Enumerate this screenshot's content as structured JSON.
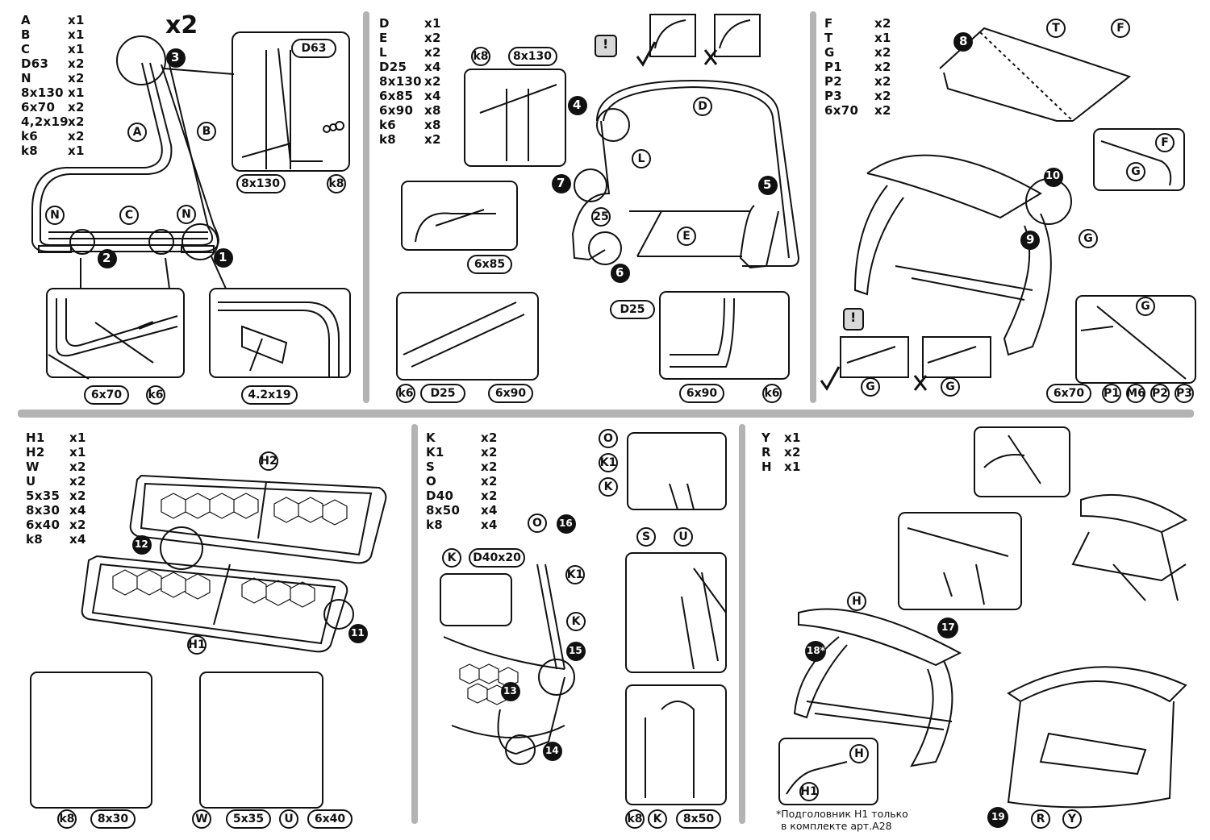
{
  "panels": {
    "p1": {
      "multiplier": "x2",
      "parts": [
        {
          "code": "A",
          "qty": "x1"
        },
        {
          "code": "B",
          "qty": "x1"
        },
        {
          "code": "C",
          "qty": "x1"
        },
        {
          "code": "D63",
          "qty": "x2"
        },
        {
          "code": "N",
          "qty": "x2"
        },
        {
          "code": "8x130",
          "qty": "x1"
        },
        {
          "code": "6x70",
          "qty": "x2"
        },
        {
          "code": "4,2x19",
          "qty": "x2"
        },
        {
          "code": "k6",
          "qty": "x2"
        },
        {
          "code": "k8",
          "qty": "x1"
        }
      ],
      "labels": {
        "A": "A",
        "B": "B",
        "C": "C",
        "N1": "N",
        "N2": "N",
        "D63": "D63",
        "bolt8x130": "8x130",
        "k8": "k8",
        "bolt6x70": "6x70",
        "k6": "k6",
        "screw": "4.2x19"
      },
      "steps": [
        "1",
        "2",
        "3"
      ]
    },
    "p2": {
      "parts": [
        {
          "code": "D",
          "qty": "x1"
        },
        {
          "code": "E",
          "qty": "x2"
        },
        {
          "code": "L",
          "qty": "x2"
        },
        {
          "code": "D25",
          "qty": "x4"
        },
        {
          "code": "8x130",
          "qty": "x2"
        },
        {
          "code": "6x85",
          "qty": "x4"
        },
        {
          "code": "6x90",
          "qty": "x8"
        },
        {
          "code": "k6",
          "qty": "x8"
        },
        {
          "code": "k8",
          "qty": "x2"
        }
      ],
      "labels": {
        "k8": "k8",
        "bolt8x130": "8x130",
        "D": "D",
        "L": "L",
        "num25": "25",
        "E": "E",
        "bolt6x85": "6x85",
        "D25a": "D25",
        "k6a": "k6",
        "D25b": "D25",
        "bolt6x90a": "6x90",
        "bolt6x90b": "6x90",
        "k6b": "k6",
        "warn": "!"
      },
      "steps": [
        "4",
        "5",
        "6",
        "7"
      ]
    },
    "p3": {
      "parts": [
        {
          "code": "F",
          "qty": "x2"
        },
        {
          "code": "T",
          "qty": "x1"
        },
        {
          "code": "G",
          "qty": "x2"
        },
        {
          "code": "P1",
          "qty": "x2"
        },
        {
          "code": "P2",
          "qty": "x2"
        },
        {
          "code": "P3",
          "qty": "x2"
        },
        {
          "code": "6x70",
          "qty": "x2"
        }
      ],
      "labels": {
        "T": "T",
        "F1": "F",
        "F2": "F",
        "G1": "G",
        "G2": "G",
        "G3": "G",
        "G4": "G",
        "G5": "G",
        "bolt6x70": "6x70",
        "P1": "P1",
        "M6": "M6",
        "P2": "P2",
        "P3": "P3",
        "warn": "!"
      },
      "steps": [
        "8",
        "9",
        "10"
      ]
    },
    "p4": {
      "parts": [
        {
          "code": "H1",
          "qty": "x1"
        },
        {
          "code": "H2",
          "qty": "x1"
        },
        {
          "code": "W",
          "qty": "x2"
        },
        {
          "code": "U",
          "qty": "x2"
        },
        {
          "code": "5x35",
          "qty": "x2"
        },
        {
          "code": "8x30",
          "qty": "x4"
        },
        {
          "code": "6x40",
          "qty": "x2"
        },
        {
          "code": "k8",
          "qty": "x4"
        }
      ],
      "labels": {
        "H2": "H2",
        "H1": "H1",
        "k8": "k8",
        "bolt8x30": "8x30",
        "W": "W",
        "bolt5x35": "5x35",
        "U": "U",
        "bolt6x40": "6x40"
      },
      "steps": [
        "11",
        "12"
      ]
    },
    "p5": {
      "parts": [
        {
          "code": "K",
          "qty": "x2"
        },
        {
          "code": "K1",
          "qty": "x2"
        },
        {
          "code": "S",
          "qty": "x2"
        },
        {
          "code": "O",
          "qty": "x2"
        },
        {
          "code": "D40",
          "qty": "x2"
        },
        {
          "code": "8x50",
          "qty": "x4"
        },
        {
          "code": "k8",
          "qty": "x4"
        }
      ],
      "labels": {
        "O1": "O",
        "K1a": "K1",
        "Ka": "K",
        "O2": "O",
        "K1b": "K1",
        "Kb": "K",
        "Kc": "K",
        "D40x20": "D40x20",
        "S": "S",
        "U": "U",
        "k8": "k8",
        "Kd": "K",
        "bolt8x50": "8x50"
      },
      "steps": [
        "13",
        "14",
        "15",
        "16"
      ]
    },
    "p6": {
      "parts": [
        {
          "code": "Y",
          "qty": "x1"
        },
        {
          "code": "R",
          "qty": "x2"
        },
        {
          "code": "H",
          "qty": "x1"
        }
      ],
      "labels": {
        "H1": "H",
        "H2": "H",
        "H1b": "H1",
        "R": "R",
        "Y": "Y"
      },
      "steps": [
        "17",
        "18*",
        "19"
      ],
      "footnote_line1": "*Подголовник H1 только",
      "footnote_line2": "в комплекте арт.A28"
    }
  }
}
